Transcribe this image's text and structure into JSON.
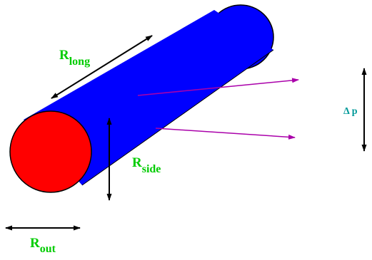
{
  "colors": {
    "tube_body": "#0000ff",
    "tube_end": "#ff0000",
    "outline": "#000000",
    "label_green": "#00cc00",
    "label_teal": "#009999",
    "arrow_purple": "#aa00aa",
    "background": "#ffffff"
  },
  "labels": {
    "r_long": {
      "main": "R",
      "sub": "long"
    },
    "r_side": {
      "main": "R",
      "sub": "side"
    },
    "r_out": {
      "main": "R",
      "sub": "out"
    },
    "delta_p": {
      "symbol": "Δ",
      "text": "p"
    }
  }
}
